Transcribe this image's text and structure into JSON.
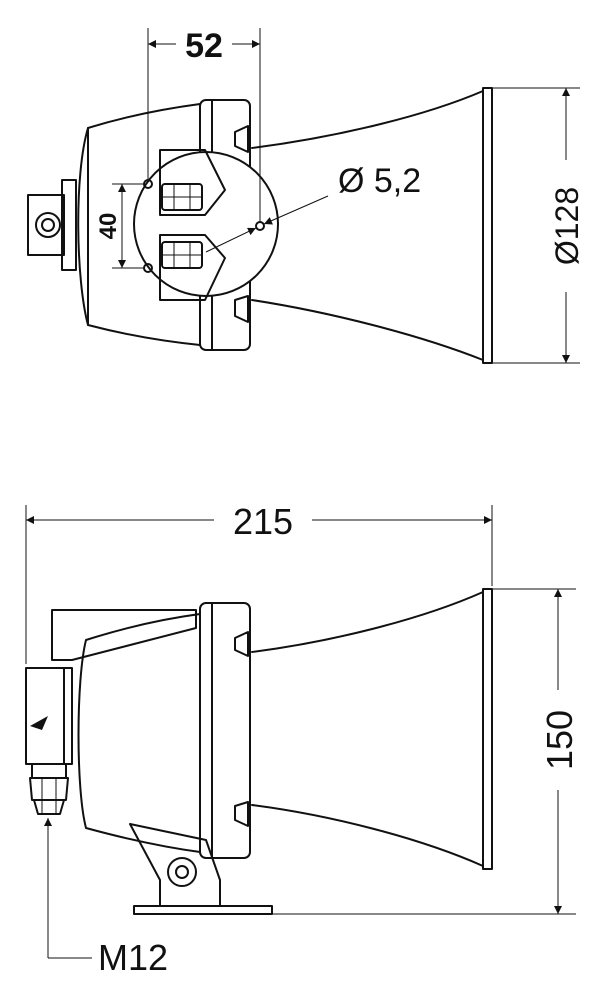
{
  "dimensions": {
    "top_mount_width": "52",
    "hole_spacing": "40",
    "hole_diameter": "Ø 5,2",
    "bell_diameter": "Ø128",
    "overall_length": "215",
    "overall_height": "150",
    "cable_gland_thread": "M12"
  },
  "colors": {
    "line": "#111111",
    "background": "#ffffff"
  }
}
